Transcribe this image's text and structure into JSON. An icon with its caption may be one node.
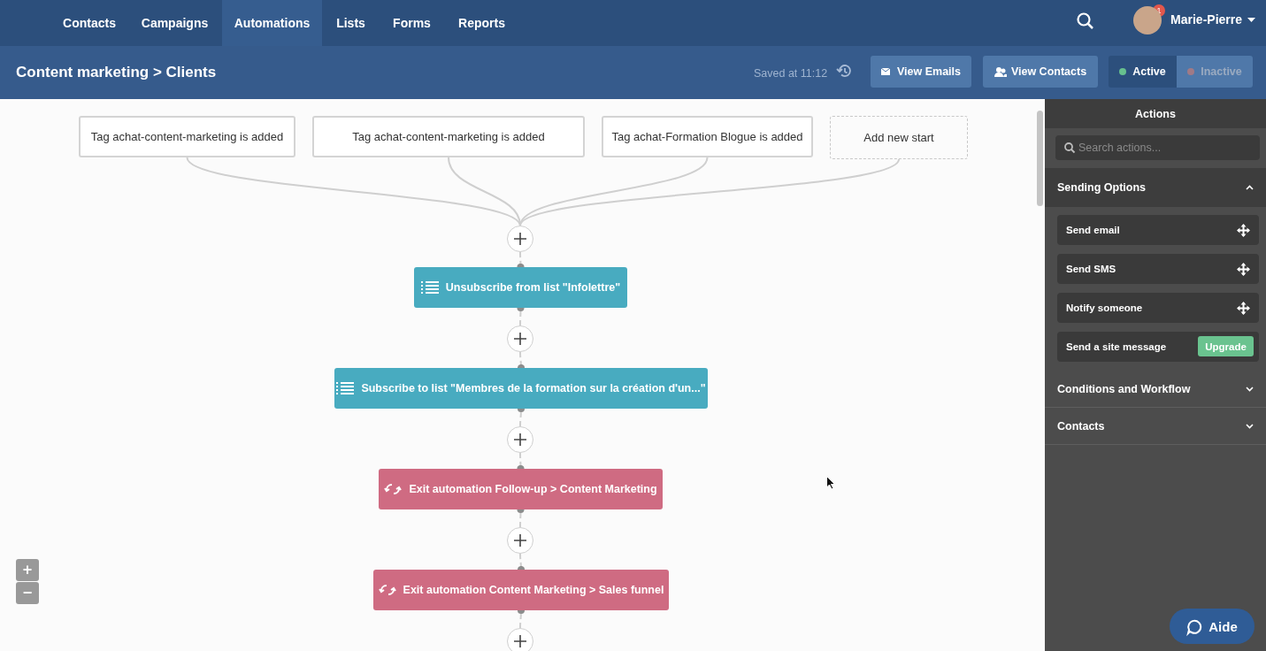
{
  "diagram": {
    "title": "Content marketing > Clients",
    "nodes": [
      {
        "text": [
          "Tag achat-content-marketing is added"
        ]
      },
      {
        "text": [
          "Tag achat-content-marketing is added"
        ]
      },
      {
        "text": [
          "Tag achat-Formation Blogue is added"
        ]
      },
      {
        "text": [
          "Add new start"
        ]
      },
      {
        "text": [],
        "shape": "circle"
      },
      {
        "text": [
          "Unsubscribe from list \"Infolettre\""
        ]
      },
      {
        "text": [],
        "shape": "circle"
      },
      {
        "text": [
          "Subscribe to list \"Membres de la formation sur la création d'un...\""
        ]
      },
      {
        "text": [],
        "shape": "circle"
      },
      {
        "text": [
          "Exit automation Follow-up > Content Marketing"
        ]
      },
      {
        "text": [],
        "shape": "circle"
      },
      {
        "text": [
          "Exit automation Content Marketing > Sales funnel"
        ]
      },
      {
        "text": [],
        "shape": "circle"
      }
    ],
    "edges": [
      {
        "from": 0,
        "to": 4,
        "arrow": "none"
      },
      {
        "from": 1,
        "to": 4,
        "arrow": "none"
      },
      {
        "from": 2,
        "to": 4,
        "arrow": "none"
      },
      {
        "from": 3,
        "to": 4,
        "arrow": "none"
      },
      {
        "from": 4,
        "to": 5,
        "arrow": "other",
        "style": "dashed"
      },
      {
        "from": 6,
        "to": 5,
        "arrow": "other",
        "style": "dashed"
      },
      {
        "from": 6,
        "to": 7,
        "arrow": "other",
        "style": "dashed"
      },
      {
        "from": 8,
        "to": 7,
        "arrow": "other",
        "style": "dashed"
      },
      {
        "from": 8,
        "to": 9,
        "arrow": "other",
        "style": "dashed"
      },
      {
        "from": 10,
        "to": 9,
        "arrow": "other",
        "style": "dashed"
      },
      {
        "from": 10,
        "to": 11,
        "arrow": "other",
        "style": "dashed"
      },
      {
        "from": 12,
        "to": 11,
        "arrow": "other",
        "style": "dashed"
      }
    ],
    "labels": [
      "Contacts",
      "Campaigns",
      "Automations",
      "Lists",
      "Forms",
      "Reports",
      "1",
      "Marie-Pierre",
      "Saved at 11:12",
      "View Emails",
      "View Contacts",
      "Active",
      "Inactive",
      "Actions",
      "Search actions...",
      "Sending Options",
      "Send email",
      "Send SMS",
      "Notify someone",
      "Send a site message",
      "Upgrade",
      "Conditions and Workflow",
      "Contacts",
      "+",
      "−",
      "Aide"
    ]
  }
}
